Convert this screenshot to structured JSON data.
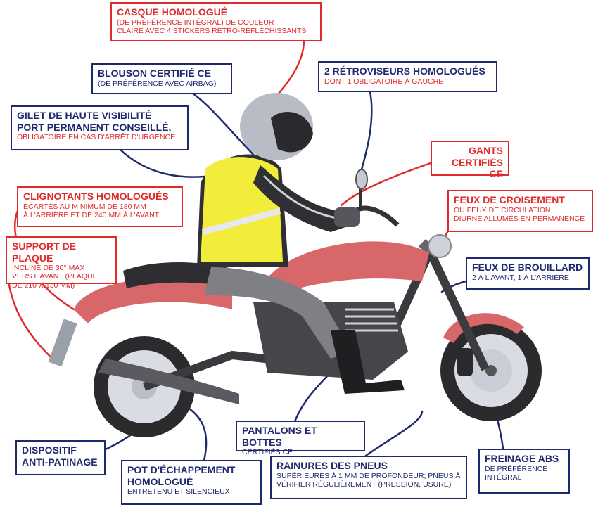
{
  "colors": {
    "red": "#e12a2b",
    "navy": "#1f2a6e",
    "bike_red": "#d8676a",
    "vest": "#f2ec3a"
  },
  "labels": {
    "casque": {
      "title": "CASQUE HOMOLOGUÉ",
      "l1": "(DE PRÉFÉRENCE INTÉGRAL) DE COULEUR",
      "l2": "CLAIRE AVEC 4 STICKERS RÉTRO-RÉFLÉCHISSANTS"
    },
    "blouson": {
      "title": "BLOUSON CERTIFIÉ CE",
      "l1": "(DE PRÉFÉRENCE AVEC AIRBAG)"
    },
    "retro": {
      "title": "2 RÉTROVISEURS HOMOLOGUÉS",
      "l1": "DONT 1 OBLIGATOIRE À GAUCHE"
    },
    "gilet": {
      "title1": "GILET DE HAUTE VISIBILITÉ",
      "title2": "PORT PERMANENT CONSEILLÉ,",
      "l1": "OBLIGATOIRE EN CAS D'ARRÊT D'URGENCE"
    },
    "gants": {
      "title1": "GANTS",
      "title2": "CERTIFIÉS CE"
    },
    "clignotants": {
      "title": "CLIGNOTANTS HOMOLOGUÉS",
      "l1": "ÉCARTÉS AU MINIMUM DE 180 MM",
      "l2": "À L'ARRIÈRE ET DE 240 MM À L'AVANT"
    },
    "feux_croisement": {
      "title": "FEUX DE CROISEMENT",
      "l1": "OU FEUX DE CIRCULATION",
      "l2": "DIURNE ALLUMÉS EN PERMANENCE"
    },
    "support": {
      "title": "SUPPORT DE PLAQUE",
      "l1": "INCLINÉ DE 30° MAX",
      "l2": "VERS L'AVANT (PLAQUE",
      "l3": "DE 210 X 130 MM)"
    },
    "brouillard": {
      "title": "FEUX DE BROUILLARD",
      "l1": "2 À L'AVANT, 1 À L'ARRIÈRE"
    },
    "pantalons": {
      "title": "PANTALONS ET BOTTES",
      "l1": "CERTIFIÉS CE"
    },
    "antipatinage": {
      "title1": "DISPOSITIF",
      "title2": "ANTI-PATINAGE"
    },
    "pot": {
      "title1": "POT D'ÉCHAPPEMENT",
      "title2": "HOMOLOGUÉ",
      "l1": "ENTRETENU ET SILENCIEUX"
    },
    "rainures": {
      "title": "RAINURES DES PNEUS",
      "l1": "SUPÉRIEURES À 1 MM DE PROFONDEUR; PNEUS À",
      "l2": "VÉRIFIER RÉGULIÈREMENT (PRESSION, USURE)"
    },
    "freinage": {
      "title": "FREINAGE ABS",
      "l1": "DE PRÉFÉRENCE",
      "l2": "INTÉGRAL"
    }
  }
}
